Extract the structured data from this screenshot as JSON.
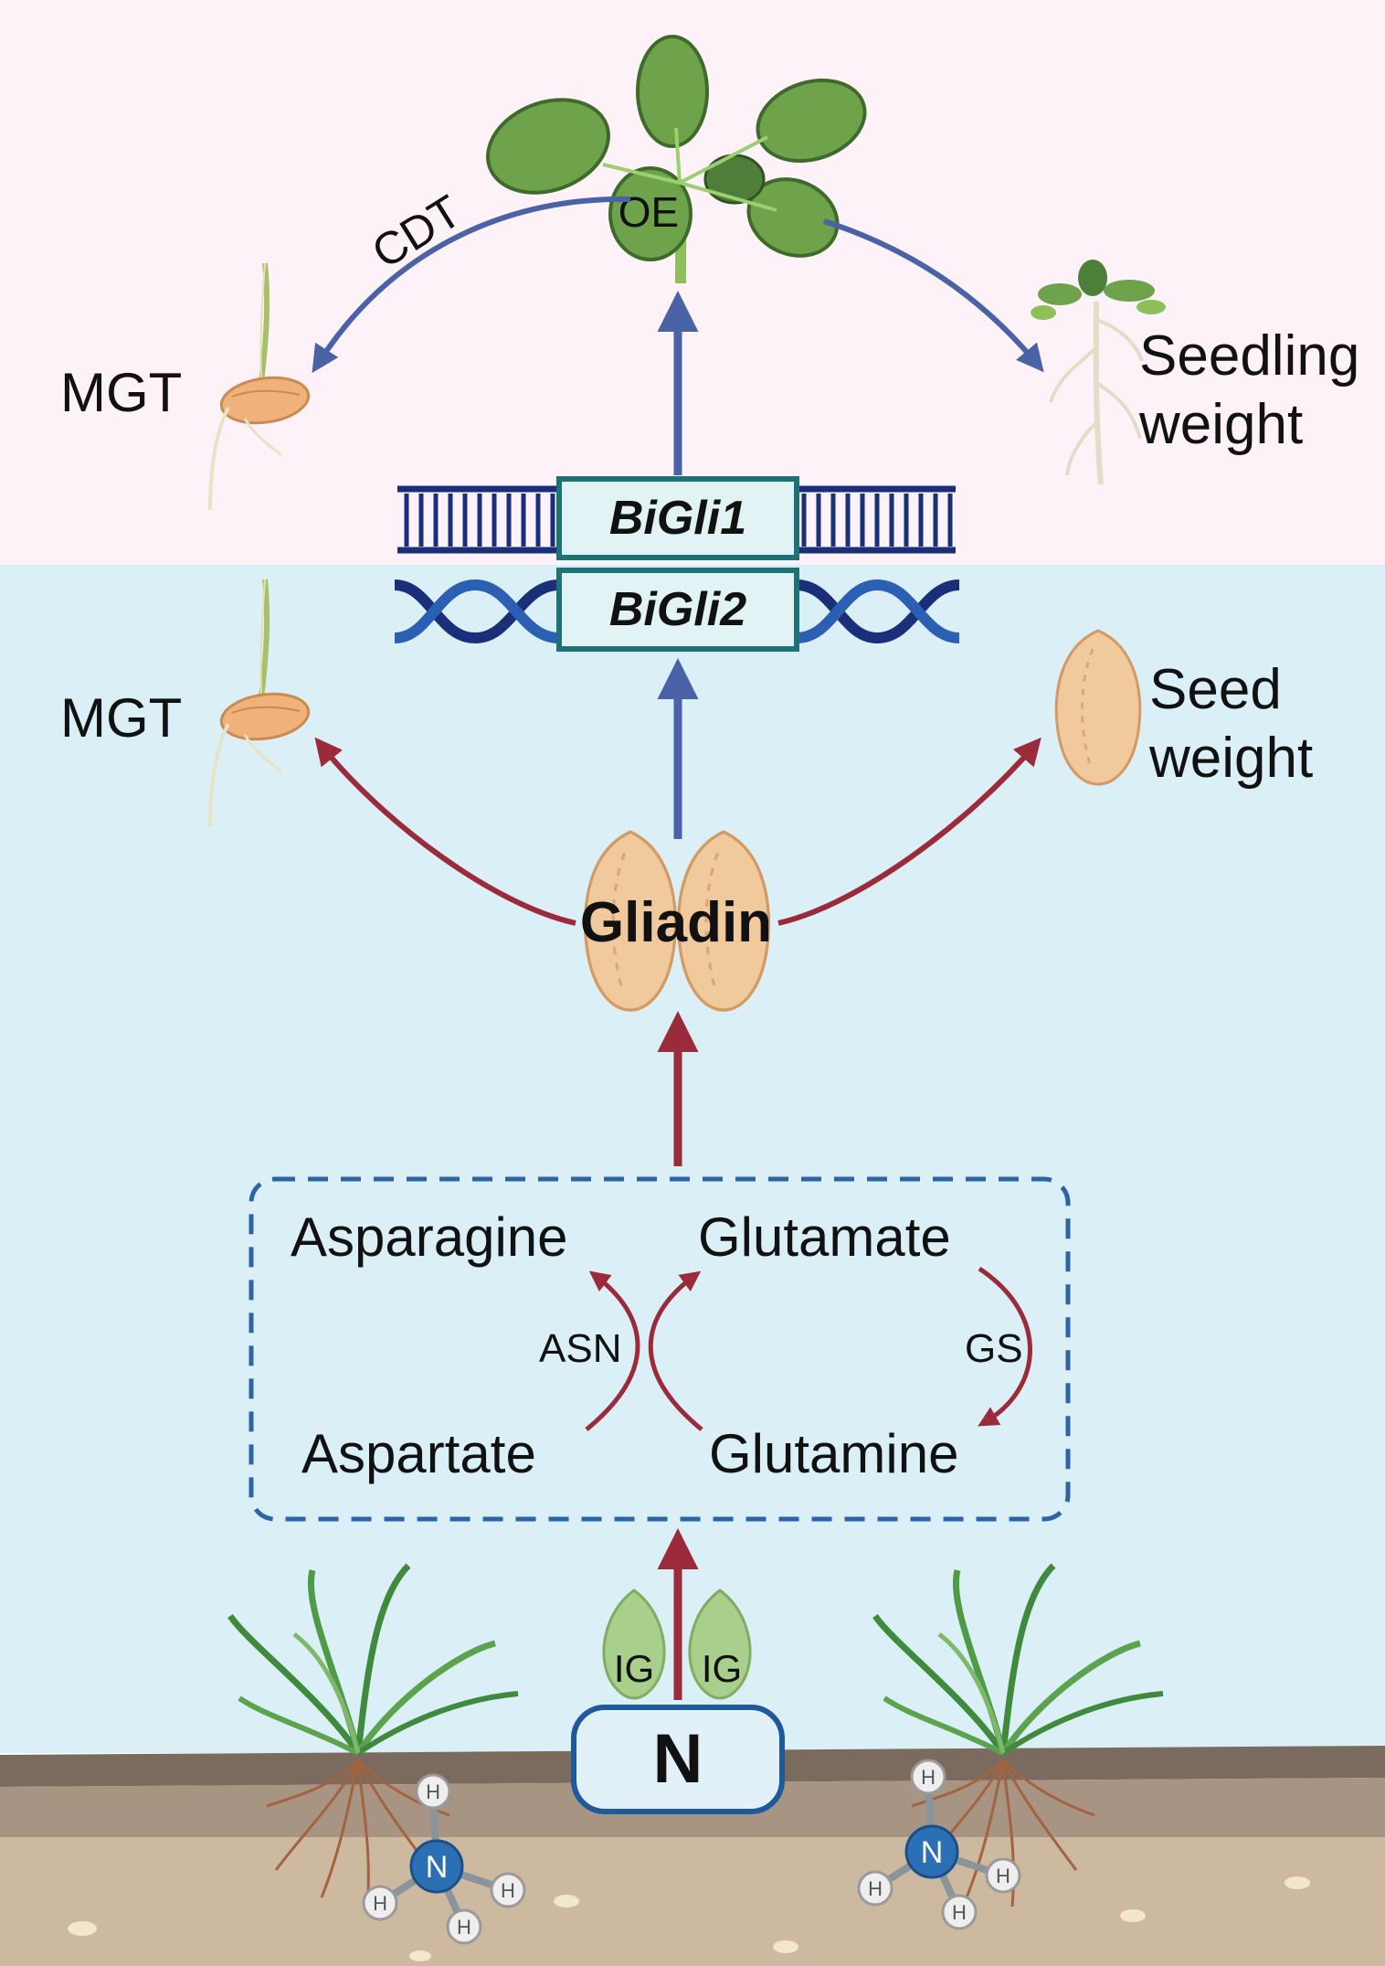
{
  "colors": {
    "top_bg": "#fdf2f8",
    "mid_bg": "#dbeff6",
    "arrow_blue": "#4a62a6",
    "arrow_red": "#9b2a3a",
    "dna_dark": "#1a2f7a",
    "gene_box_stroke": "#1f7178",
    "gene_box_fill": "#e2f3f5",
    "dashed_box": "#2d63a8",
    "soil_dark": "#7a6b5e",
    "soil_mid": "#a79482",
    "soil_light": "#ccb9a0",
    "n_box_stroke": "#1e5a9b",
    "seed": "#f0c99c",
    "leaf": "#6ea34b"
  },
  "labels": {
    "oe": "OE",
    "cdt": "CDT",
    "mgt_top": "MGT",
    "seedling_weight_line1": "Seedling",
    "seedling_weight_line2": "weight",
    "gene1": "BiGli1",
    "gene2": "BiGli2",
    "mgt_mid": "MGT",
    "seed_weight_line1": "Seed",
    "seed_weight_line2": "weight",
    "gliadin": "Gliadin",
    "asparagine": "Asparagine",
    "glutamate": "Glutamate",
    "asn": "ASN",
    "gs": "GS",
    "aspartate": "Aspartate",
    "glutamine": "Glutamine",
    "ig_left": "IG",
    "ig_right": "IG",
    "n": "N"
  },
  "icons": {
    "plant": "rosette-plant-icon",
    "germinating_seed": "germinating-seed-icon",
    "seedling": "seedling-icon",
    "dna_ladder": "dna-ladder-icon",
    "dna_helix": "dna-helix-icon",
    "seed": "seed-icon",
    "grass": "grass-plant-icon",
    "ammonia": "ammonia-molecule-icon"
  },
  "ammonia_atoms": {
    "center": "N",
    "ligand": "H"
  }
}
